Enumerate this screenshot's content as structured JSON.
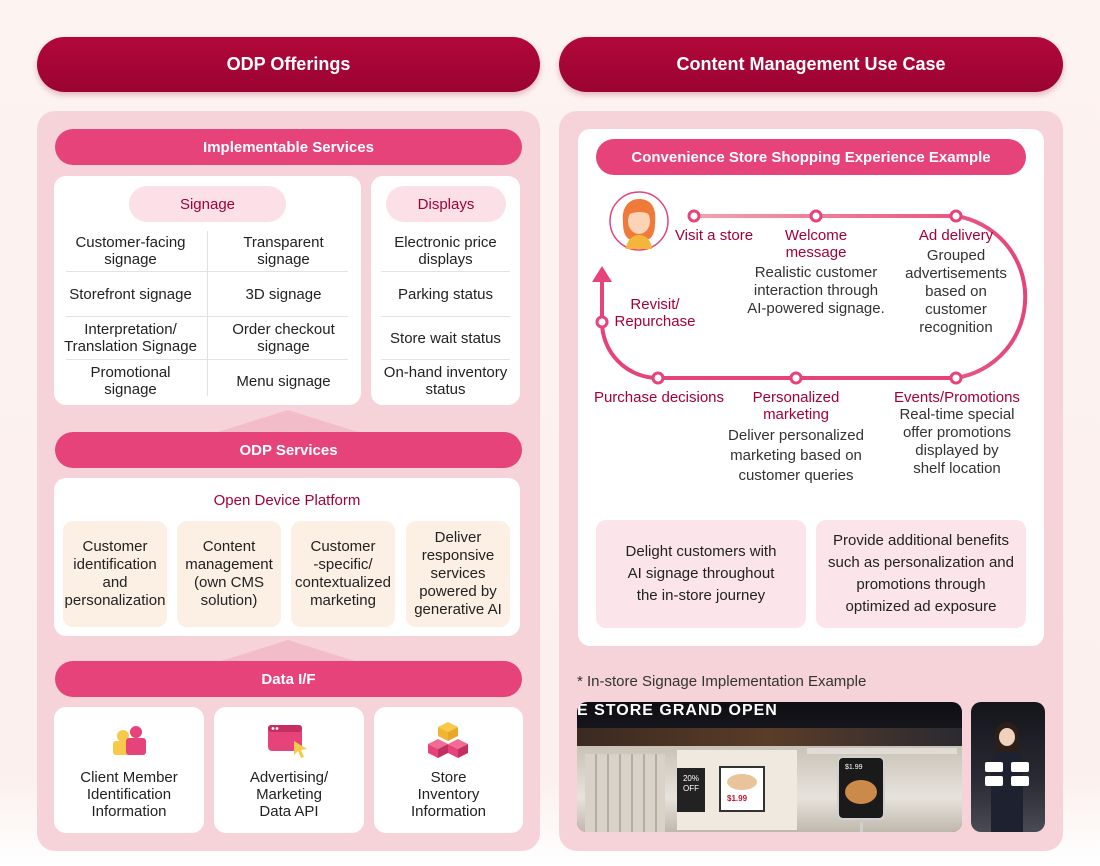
{
  "left": {
    "header": "ODP Offerings",
    "implementable": {
      "title": "Implementable Services",
      "signage": {
        "title": "Signage",
        "items": [
          [
            "Customer-facing",
            "signage"
          ],
          [
            "Transparent",
            "signage"
          ],
          [
            "Storefront signage"
          ],
          [
            "3D signage"
          ],
          [
            "Interpretation/",
            "Translation Signage"
          ],
          [
            "Order checkout",
            "signage"
          ],
          [
            "Promotional",
            "signage"
          ],
          [
            "Menu signage"
          ]
        ]
      },
      "displays": {
        "title": "Displays",
        "items": [
          [
            "Electronic price",
            "displays"
          ],
          [
            "Parking status"
          ],
          [
            "Store wait status"
          ],
          [
            "On-hand inventory",
            "status"
          ]
        ]
      }
    },
    "odp_services": {
      "title": "ODP Services",
      "platform_title": "Open Device Platform",
      "items": [
        [
          "Customer",
          "identification",
          "and",
          "personalization"
        ],
        [
          "Content",
          "management",
          "(own CMS",
          "solution)"
        ],
        [
          "Customer",
          "-specific/",
          "contextualized",
          "marketing"
        ],
        [
          "Deliver",
          "responsive",
          "services",
          "powered by",
          "generative AI"
        ]
      ]
    },
    "data_if": {
      "title": "Data I/F",
      "items": [
        {
          "icon": "members-icon",
          "lines": [
            "Client Member",
            "Identification",
            "Information"
          ]
        },
        {
          "icon": "ad-browser-icon",
          "lines": [
            "Advertising/",
            "Marketing",
            "Data API"
          ]
        },
        {
          "icon": "boxes-icon",
          "lines": [
            "Store",
            "Inventory",
            "Information"
          ]
        }
      ]
    }
  },
  "right": {
    "header": "Content Management Use Case",
    "example_title": "Convenience Store Shopping Experience Example",
    "steps": {
      "visit": {
        "title": [
          "Visit a store"
        ]
      },
      "welcome": {
        "title": [
          "Welcome",
          "message"
        ],
        "desc": [
          "Realistic customer",
          "interaction through",
          "AI-powered signage."
        ]
      },
      "ad": {
        "title": [
          "Ad delivery"
        ],
        "desc": [
          "Grouped",
          "advertisements",
          "based on",
          "customer",
          "recognition"
        ]
      },
      "events": {
        "title": [
          "Events/Promotions"
        ],
        "desc": [
          "Real-time special",
          "offer promotions",
          "displayed by",
          "shelf location"
        ]
      },
      "personalized": {
        "title": [
          "Personalized",
          "marketing"
        ],
        "desc": [
          "Deliver personalized",
          "marketing based on",
          "customer queries"
        ]
      },
      "purchase": {
        "title": [
          "Purchase decisions"
        ]
      },
      "revisit": {
        "title": [
          "Revisit/",
          "Repurchase"
        ]
      }
    },
    "benefits": [
      [
        "Delight customers with",
        "AI signage throughout",
        "the in-store journey"
      ],
      [
        "Provide additional benefits",
        "such as personalization and",
        "promotions through",
        "optimized ad exposure"
      ]
    ],
    "note": "* In-store Signage Implementation Example",
    "photo": {
      "banner": "E STORE GRAND OPEN",
      "offer_pct": "20%",
      "offer_word": "OFF",
      "price": "$1.99"
    }
  },
  "colors": {
    "header": "#a8053a",
    "accent": "#e5437a",
    "title_text": "#a3003a",
    "panel": "#f6d3d9"
  }
}
